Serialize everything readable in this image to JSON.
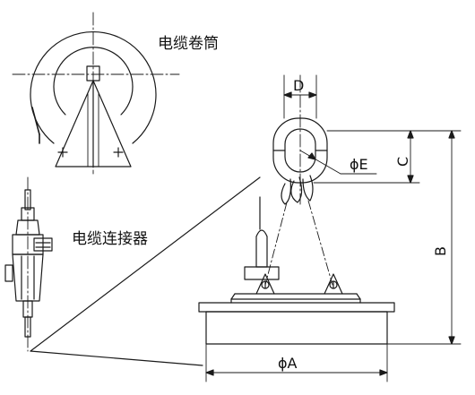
{
  "labels": {
    "cable_reel": "电缆卷筒",
    "cable_connector": "电缆连接器",
    "dim_D": "D",
    "dim_phiE": "ϕE",
    "dim_C": "C",
    "dim_B": "B",
    "dim_phiA": "ϕA"
  },
  "colors": {
    "line": "#1a1a1a",
    "background": "#ffffff"
  }
}
